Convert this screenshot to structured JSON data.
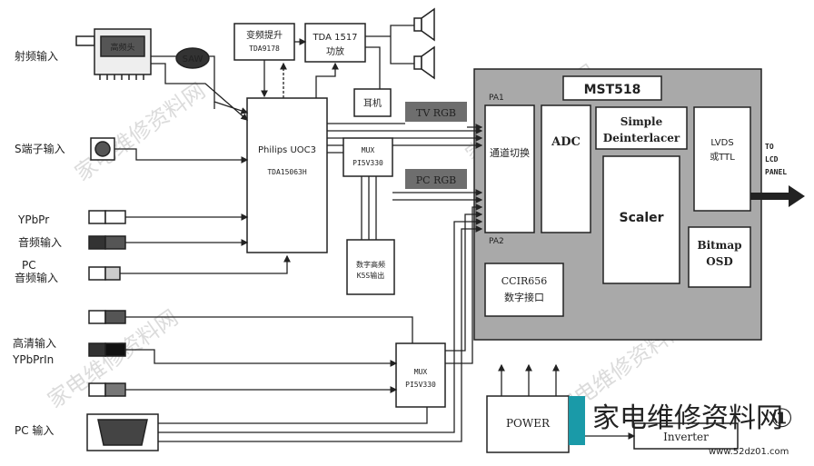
{
  "inputs": {
    "rf": "射频输入",
    "s_video": "S端子输入",
    "ypbpr_audio_1": "YPbPr",
    "ypbpr_audio_2": "音频输入",
    "pc_audio_1": "PC",
    "pc_audio_2": "音频输入",
    "hd_1": "高清输入",
    "hd_2": "YPbPrIn",
    "pc": "PC 输入"
  },
  "blocks": {
    "tuner": "高频头",
    "saw": "SAW",
    "tda9178_1": "变频提升",
    "tda9178_2": "TDA9178",
    "tda1517_1": "TDA 1517",
    "tda1517_2": "功放",
    "headphone": "耳机",
    "uoc3_1": "Philips UOC3",
    "uoc3_2": "TDA15063H",
    "mux1_1": "MUX",
    "mux1_2": "PI5V330",
    "digital_tuner_1": "数字高频",
    "digital_tuner_2": "K5S输出",
    "mux2_1": "MUX",
    "mux2_2": "PI5V330",
    "power": "POWER",
    "inverter": "Inverter"
  },
  "mst518": {
    "title": "MST518",
    "port_a": "PA1",
    "port_b": "PA2",
    "channel_switch": "通道切换",
    "adc": "ADC",
    "deint_1": "Simple",
    "deint_2": "Deinterlacer",
    "lvds_1": "LVDS",
    "lvds_2": "或TTL",
    "scaler": "Scaler",
    "osd_1": "Bitmap",
    "osd_2": "OSD",
    "ccir_1": "CCIR656",
    "ccir_2": "数字接口"
  },
  "tags": {
    "tv_rgb": "TV RGB",
    "pc_rgb": "PC RGB"
  },
  "output": {
    "line1": "TO",
    "line2": "LCD",
    "line3": "PANEL"
  },
  "watermark": {
    "text": "家电维修资料网",
    "circle": "①",
    "url": "www.52dz01.com"
  },
  "colors": {
    "mst_fill": "#a9a9a9",
    "tag_fill": "#6e6e6e",
    "logo_teal": "#1a9aa8"
  }
}
